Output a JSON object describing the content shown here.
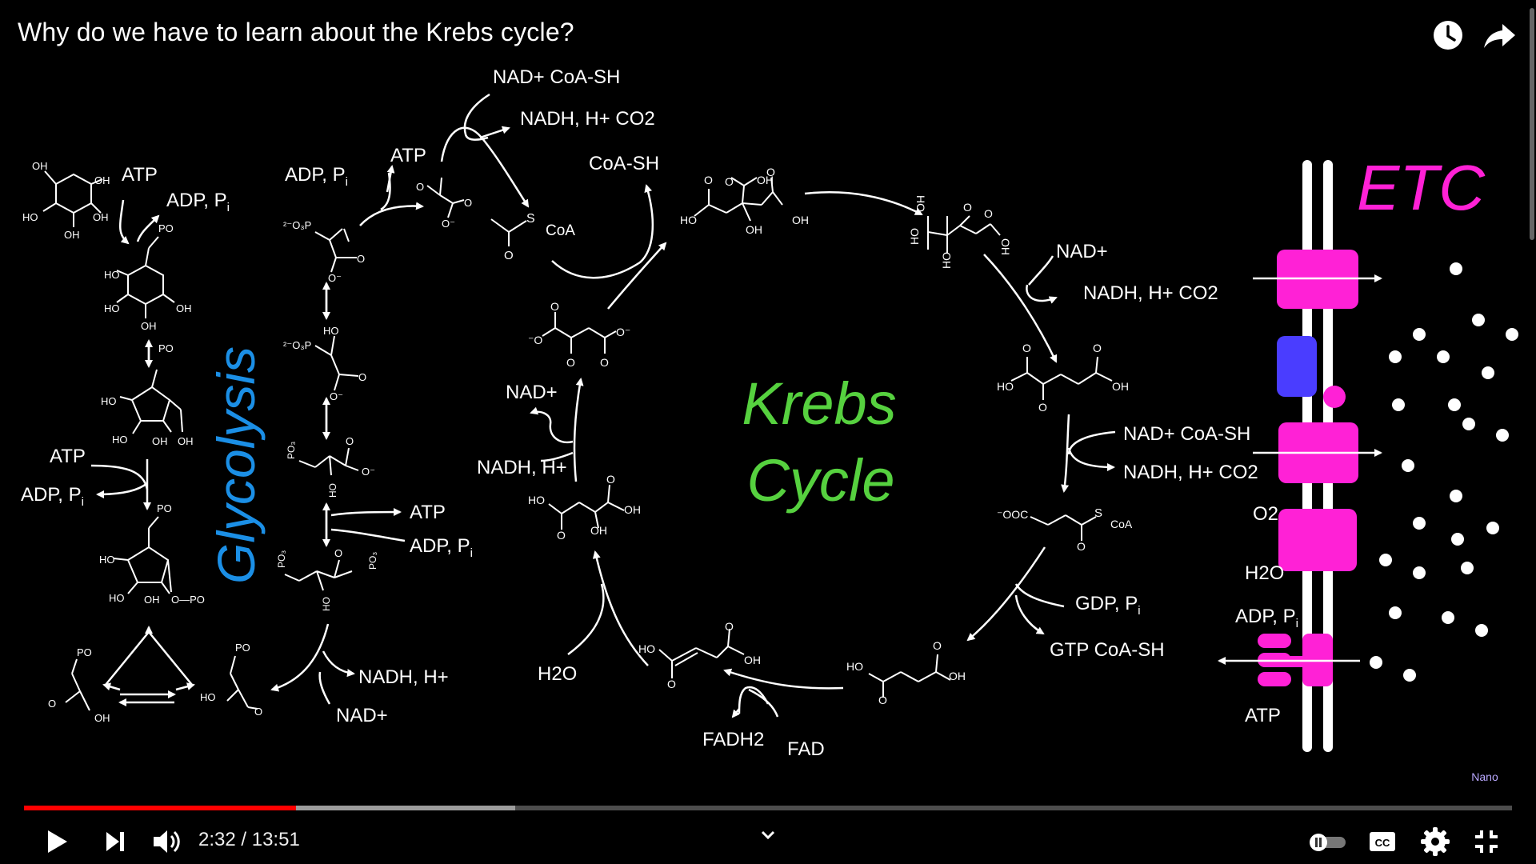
{
  "video": {
    "title": "Why do we have to learn about the Krebs cycle?",
    "watch_later_icon": "clock-icon",
    "share_icon": "share-arrow-icon"
  },
  "diagram": {
    "glycolysis_title": "Glycolysis",
    "krebs_title_line1": "Krebs",
    "krebs_title_line2": "Cycle",
    "etc_title": "ETC",
    "colors": {
      "glycolysis": "#1b8fe6",
      "krebs": "#56d13f",
      "etc": "#ff21d6",
      "complex_blue": "#4a3dff"
    },
    "labels": {
      "gly_atp_1": "ATP",
      "gly_adp_1": "ADP, P",
      "gly_atp_2": "ATP",
      "gly_adp_2": "ADP, P",
      "gly_adp_3": "ADP, P",
      "gly_atp_3": "ATP",
      "gly_atp_4": "ATP",
      "gly_adp_4": "ADP, P",
      "gly_nadh": "NADH, H+",
      "gly_nad": "NAD+",
      "link_nad_coa": "NAD+ CoA-SH",
      "link_nadh_co2": "NADH, H+  CO2",
      "link_coa_sh": "CoA-SH",
      "acetyl_coa": "CoA",
      "k_nad_1": "NAD+",
      "k_nadh_co2_1": "NADH, H+  CO2",
      "k_nad_coa": "NAD+ CoA-SH",
      "k_nadh_co2_2": "NADH, H+ CO2",
      "k_gdp": "GDP, P",
      "k_gtp": "GTP CoA-SH",
      "k_fadh2": "FADH2",
      "k_fad": "FAD",
      "k_h2o": "H2O",
      "k_nad_2": "NAD+",
      "k_nadh_2": "NADH, H+",
      "etc_o2": "O2",
      "etc_h2o": "H2O",
      "etc_adp": "ADP, P",
      "etc_atp": "ATP",
      "subscript_i": "i"
    },
    "watermark": "Nano"
  },
  "player": {
    "current_time": "2:32",
    "total_time": "13:51",
    "time_separator": " / ",
    "played_fraction": 0.183,
    "buffered_fraction": 0.33,
    "icons": {
      "play": "play-icon",
      "next": "next-icon",
      "volume": "volume-icon",
      "chevron": "chevron-down-icon",
      "autoplay": "autoplay-toggle-icon",
      "captions": "captions-icon",
      "settings": "gear-icon",
      "exit_fullscreen": "exit-fullscreen-icon"
    }
  }
}
